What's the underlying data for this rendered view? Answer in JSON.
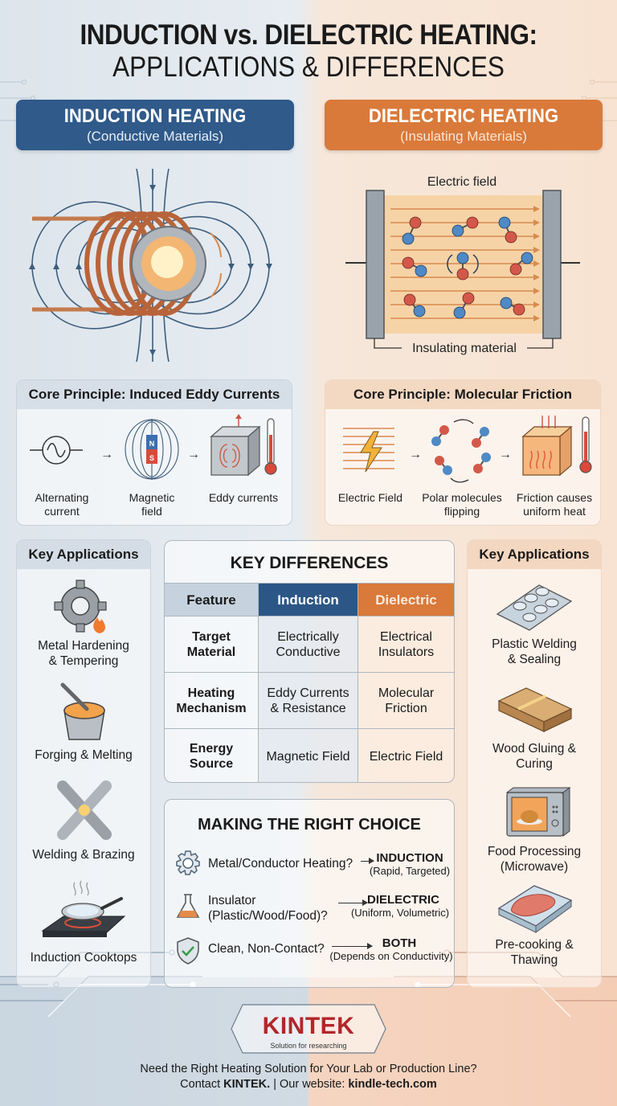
{
  "title": {
    "line1": "INDUCTION vs. DIELECTRIC HEATING:",
    "line2": "APPLICATIONS & DIFFERENCES"
  },
  "induction": {
    "header": "INDUCTION HEATING",
    "subheader": "(Conductive Materials)",
    "color": "#2f5a8a",
    "core": {
      "title": "Core Principle: Induced Eddy Currents",
      "steps": [
        {
          "label_l1": "Alternating",
          "label_l2": "current",
          "icon": "ac-source-icon"
        },
        {
          "label_l1": "Magnetic",
          "label_l2": "field",
          "icon": "magnet-field-icon",
          "magnet_n": "N",
          "magnet_s": "S"
        },
        {
          "label_l1": "Eddy currents",
          "label_l2": "",
          "icon": "eddy-current-cube-icon"
        }
      ],
      "arrow": "→"
    },
    "applications": {
      "title": "Key Applications",
      "items": [
        {
          "l1": "Metal Hardening",
          "l2": "& Tempering",
          "icon": "gear-flame-icon"
        },
        {
          "l1": "Forging & Melting",
          "l2": "",
          "icon": "crucible-icon"
        },
        {
          "l1": "Welding & Brazing",
          "l2": "",
          "icon": "welded-pipes-icon"
        },
        {
          "l1": "Induction Cooktops",
          "l2": "",
          "icon": "cooktop-pan-icon"
        }
      ]
    }
  },
  "dielectric": {
    "header": "DIELECTRIC HEATING",
    "subheader": "(Insulating Materials)",
    "color": "#d97a3a",
    "illustration": {
      "top_label": "Electric field",
      "bottom_label": "Insulating material"
    },
    "core": {
      "title": "Core Principle: Molecular Friction",
      "steps": [
        {
          "label_l1": "Electric Field",
          "label_l2": "",
          "icon": "electric-field-bolt-icon"
        },
        {
          "label_l1": "Polar molecules",
          "label_l2": "flipping",
          "icon": "polar-molecules-icon"
        },
        {
          "label_l1": "Friction causes",
          "label_l2": "uniform heat",
          "icon": "heated-cube-icon"
        }
      ],
      "arrow": "→"
    },
    "applications": {
      "title": "Key Applications",
      "items": [
        {
          "l1": "Plastic Welding",
          "l2": "& Sealing",
          "icon": "blister-pack-icon"
        },
        {
          "l1": "Wood Gluing &",
          "l2": "Curing",
          "icon": "glued-wood-icon"
        },
        {
          "l1": "Food Processing",
          "l2": "(Microwave)",
          "icon": "microwave-icon"
        },
        {
          "l1": "Pre-cooking &",
          "l2": "Thawing",
          "icon": "meat-tray-icon"
        }
      ]
    }
  },
  "differences": {
    "title": "KEY DIFFERENCES",
    "headers": [
      "Feature",
      "Induction",
      "Dielectric"
    ],
    "rows": [
      {
        "feature_l1": "Target",
        "feature_l2": "Material",
        "ind_l1": "Electrically",
        "ind_l2": "Conductive",
        "die_l1": "Electrical",
        "die_l2": "Insulators"
      },
      {
        "feature_l1": "Heating",
        "feature_l2": "Mechanism",
        "ind_l1": "Eddy Currents",
        "ind_l2": "& Resistance",
        "die_l1": "Molecular",
        "die_l2": "Friction"
      },
      {
        "feature_l1": "Energy",
        "feature_l2": "Source",
        "ind_l1": "Magnetic Field",
        "ind_l2": "",
        "die_l1": "Electric Field",
        "die_l2": ""
      }
    ]
  },
  "choice": {
    "title": "MAKING THE RIGHT CHOICE",
    "rows": [
      {
        "q_l1": "Metal/Conductor Heating?",
        "q_l2": "",
        "answer": "INDUCTION",
        "note": "(Rapid, Targeted)",
        "icon": "gear-icon"
      },
      {
        "q_l1": "Insulator",
        "q_l2": "(Plastic/Wood/Food)?",
        "answer": "DIELECTRIC",
        "note": "(Uniform, Volumetric)",
        "icon": "flask-icon"
      },
      {
        "q_l1": "Clean, Non-Contact?",
        "q_l2": "",
        "answer": "BOTH",
        "note": "(Depends on Conductivity)",
        "icon": "shield-check-icon"
      }
    ]
  },
  "footer": {
    "logo": "KINTEK",
    "tagline": "Solution for researching",
    "cta_line1": "Need the Right Heating Solution for Your Lab or Production Line?",
    "cta_contact_prefix": "Contact ",
    "cta_brand": "KINTEK.",
    "cta_sep": "  |  Our website: ",
    "cta_website": "kindle-tech.com"
  }
}
